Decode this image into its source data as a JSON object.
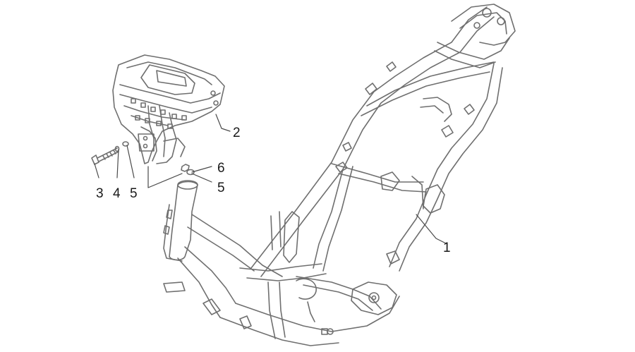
{
  "diagram": {
    "style": "exploded-parts line drawing",
    "line_color": "#6f6f6f",
    "label_color": "#1a1a1a",
    "callouts": [
      {
        "id": "1",
        "text": "1"
      },
      {
        "id": "2",
        "text": "2"
      },
      {
        "id": "3",
        "text": "3"
      },
      {
        "id": "4",
        "text": "4"
      },
      {
        "id": "5a",
        "text": "5"
      },
      {
        "id": "5b",
        "text": "5"
      },
      {
        "id": "6",
        "text": "6"
      }
    ]
  }
}
